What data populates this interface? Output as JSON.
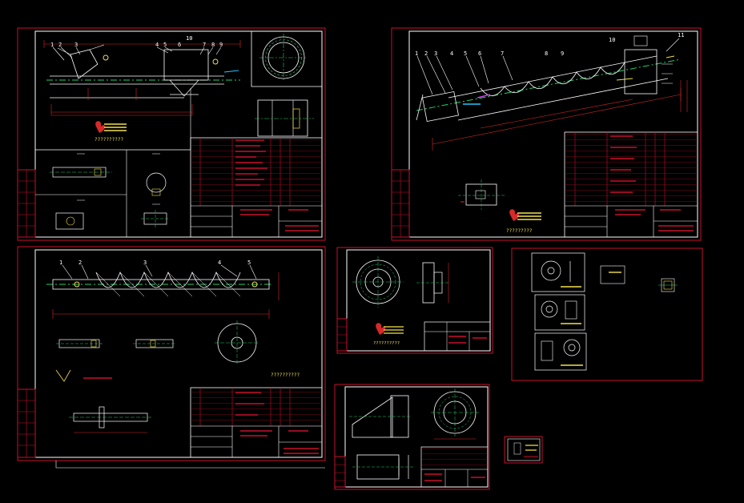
{
  "app": {
    "background": "#000000",
    "colors": {
      "frame": "#c8102e",
      "line": "#ffffff",
      "center": "#1fd16a",
      "dim": "#d62a2a",
      "cyan": "#22c6ff",
      "yellow": "#f2e14b",
      "magenta": "#e040fb"
    }
  },
  "sheets": [
    {
      "id": "sheet-1",
      "caption": "??????????",
      "labels": [
        "1",
        "2",
        "3",
        "4",
        "5",
        "6",
        "7",
        "8",
        "9",
        "10"
      ]
    },
    {
      "id": "sheet-2",
      "caption": "?????????",
      "labels": [
        "1",
        "2",
        "3",
        "4",
        "5",
        "6",
        "7",
        "8",
        "9",
        "10",
        "11"
      ]
    },
    {
      "id": "sheet-3",
      "caption": "??????????",
      "labels": [
        "1",
        "2",
        "3",
        "4",
        "5"
      ]
    },
    {
      "id": "sheet-4",
      "caption": "??????????",
      "labels": []
    },
    {
      "id": "sheet-5",
      "caption": "",
      "labels": []
    },
    {
      "id": "sheet-6",
      "caption": "",
      "labels": []
    }
  ]
}
